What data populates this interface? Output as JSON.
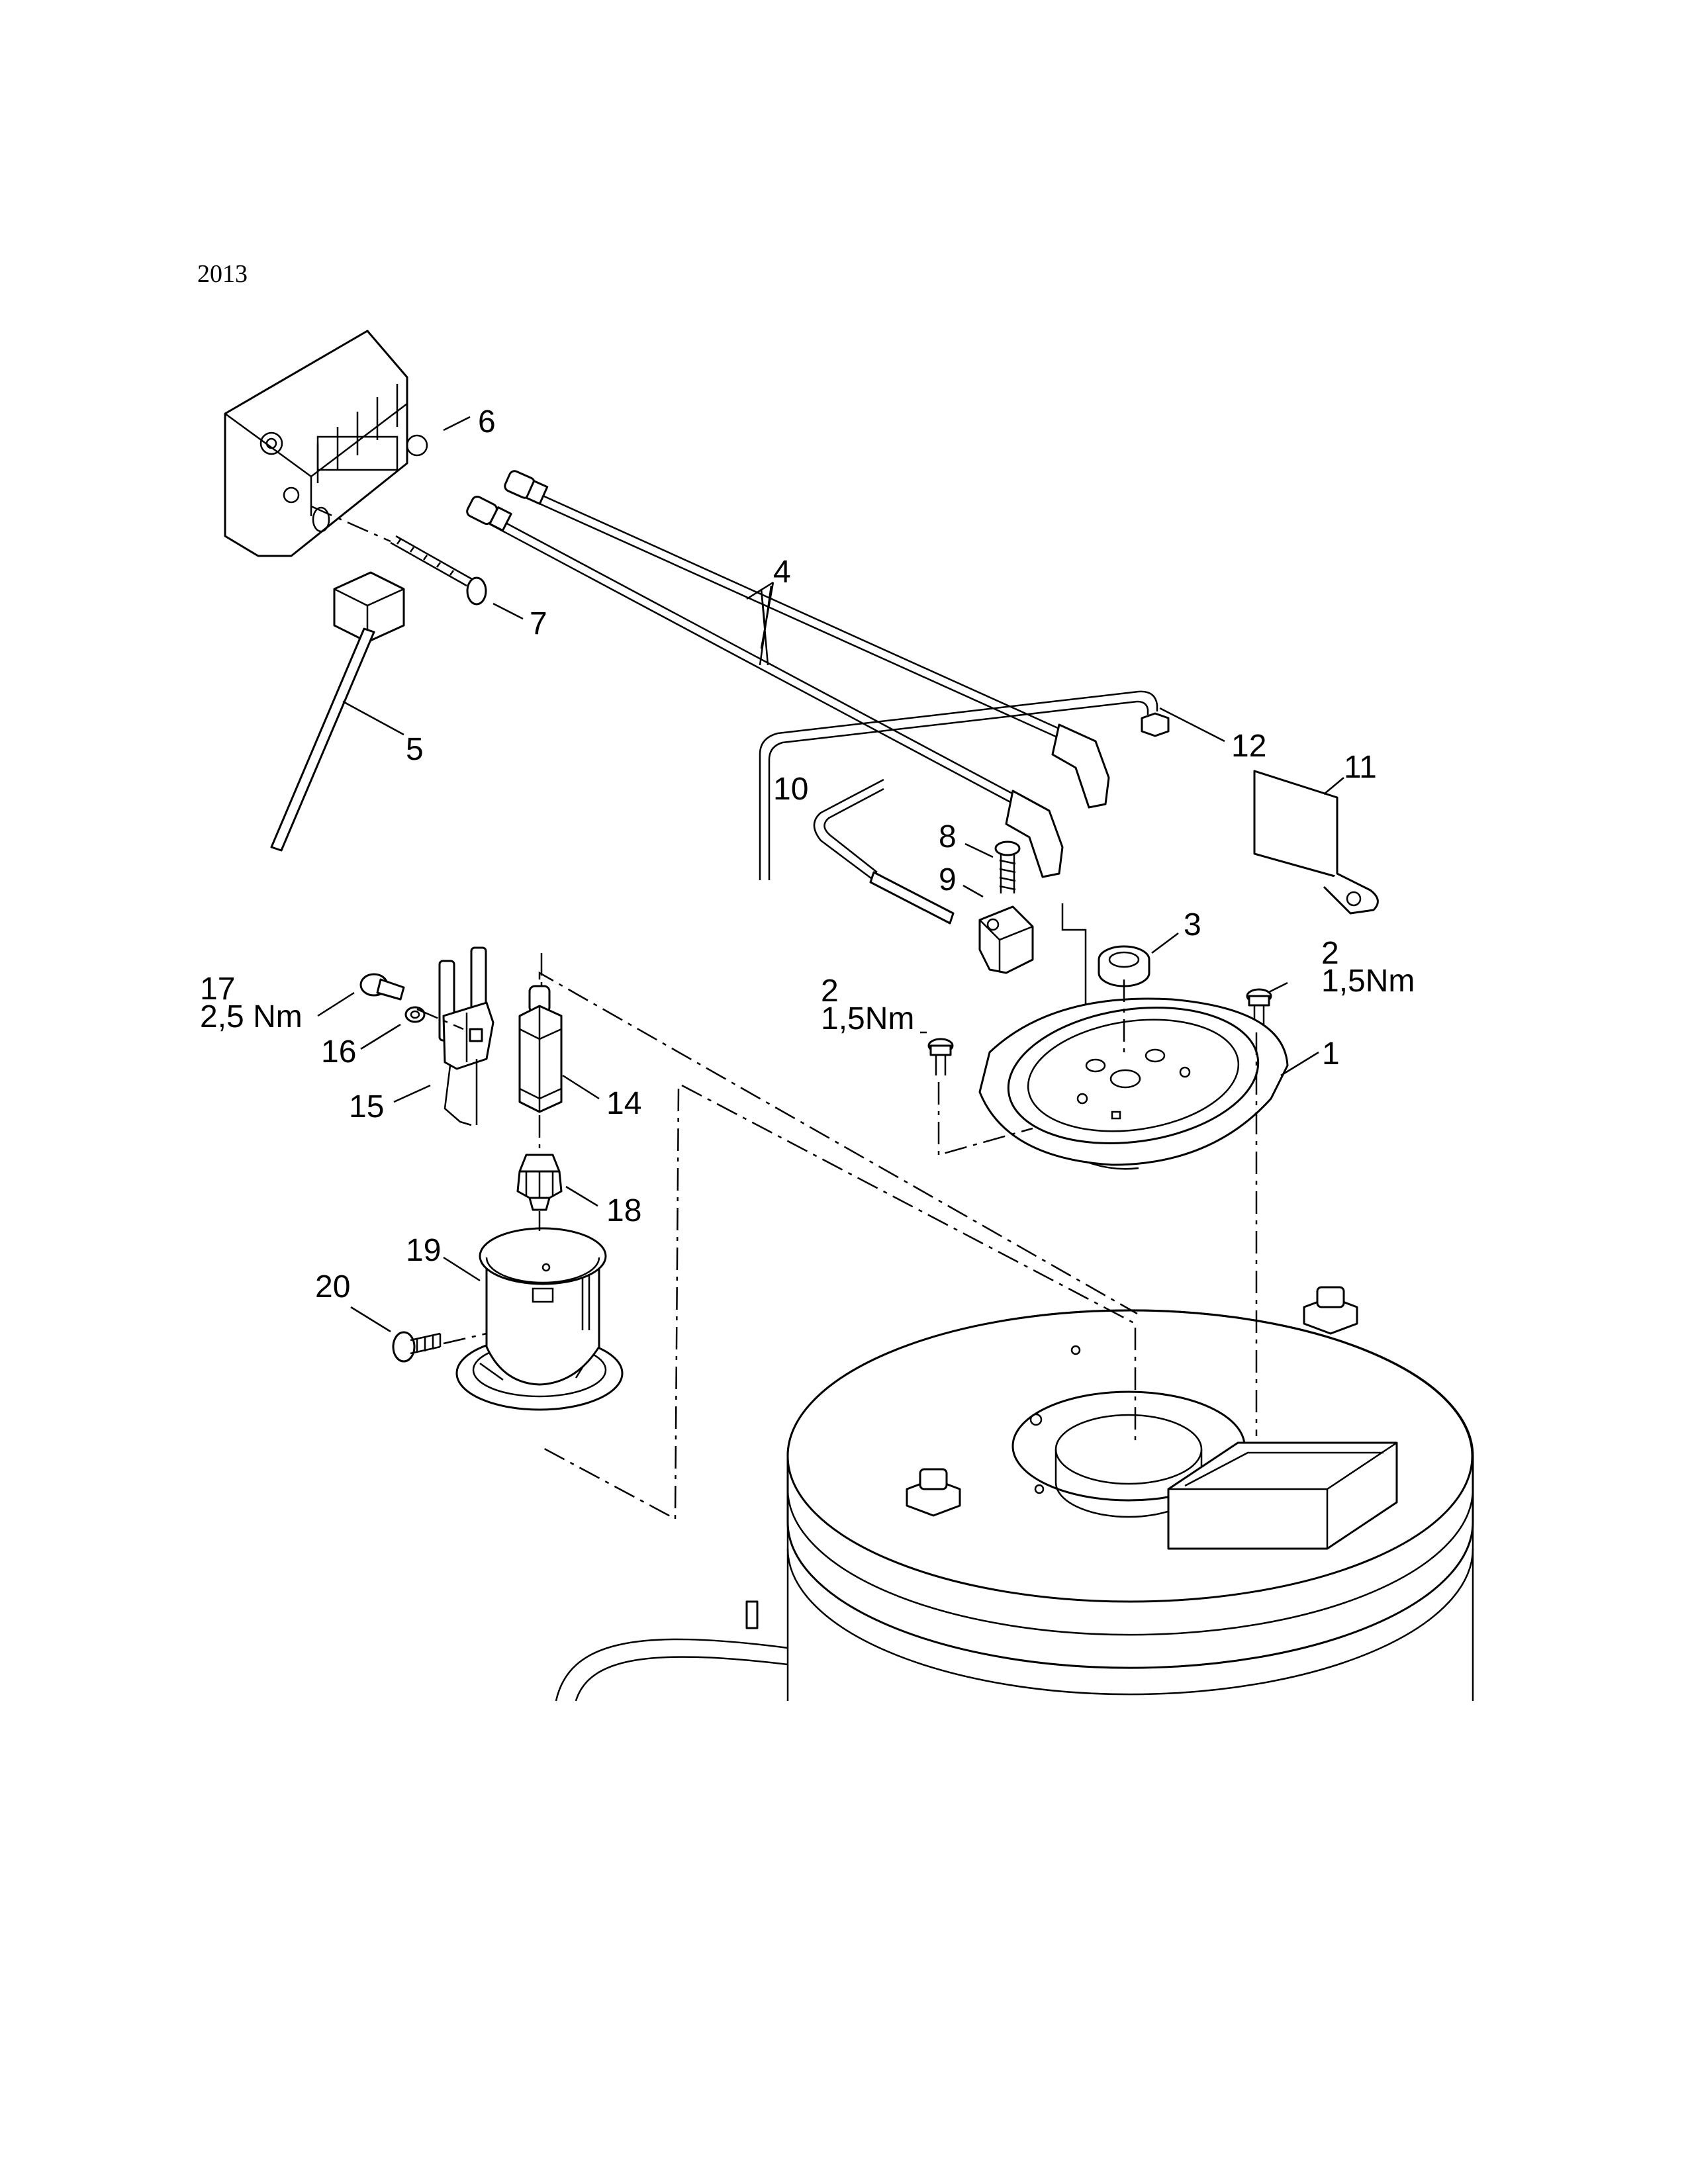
{
  "page_number": "2013",
  "callouts": [
    {
      "id": "1",
      "text": "1"
    },
    {
      "id": "2a",
      "text": "2",
      "torque": "1,5Nm"
    },
    {
      "id": "2b",
      "text": "2",
      "torque": "1,5Nm"
    },
    {
      "id": "3",
      "text": "3"
    },
    {
      "id": "4",
      "text": "4"
    },
    {
      "id": "5",
      "text": "5"
    },
    {
      "id": "6",
      "text": "6"
    },
    {
      "id": "7",
      "text": "7"
    },
    {
      "id": "8",
      "text": "8"
    },
    {
      "id": "9",
      "text": "9"
    },
    {
      "id": "10",
      "text": "10"
    },
    {
      "id": "11",
      "text": "11"
    },
    {
      "id": "12",
      "text": "12"
    },
    {
      "id": "14",
      "text": "14"
    },
    {
      "id": "15",
      "text": "15"
    },
    {
      "id": "16",
      "text": "16"
    },
    {
      "id": "17",
      "text": "17",
      "torque": "2,5 Nm"
    },
    {
      "id": "18",
      "text": "18"
    },
    {
      "id": "19",
      "text": "19"
    },
    {
      "id": "20",
      "text": "20"
    }
  ]
}
